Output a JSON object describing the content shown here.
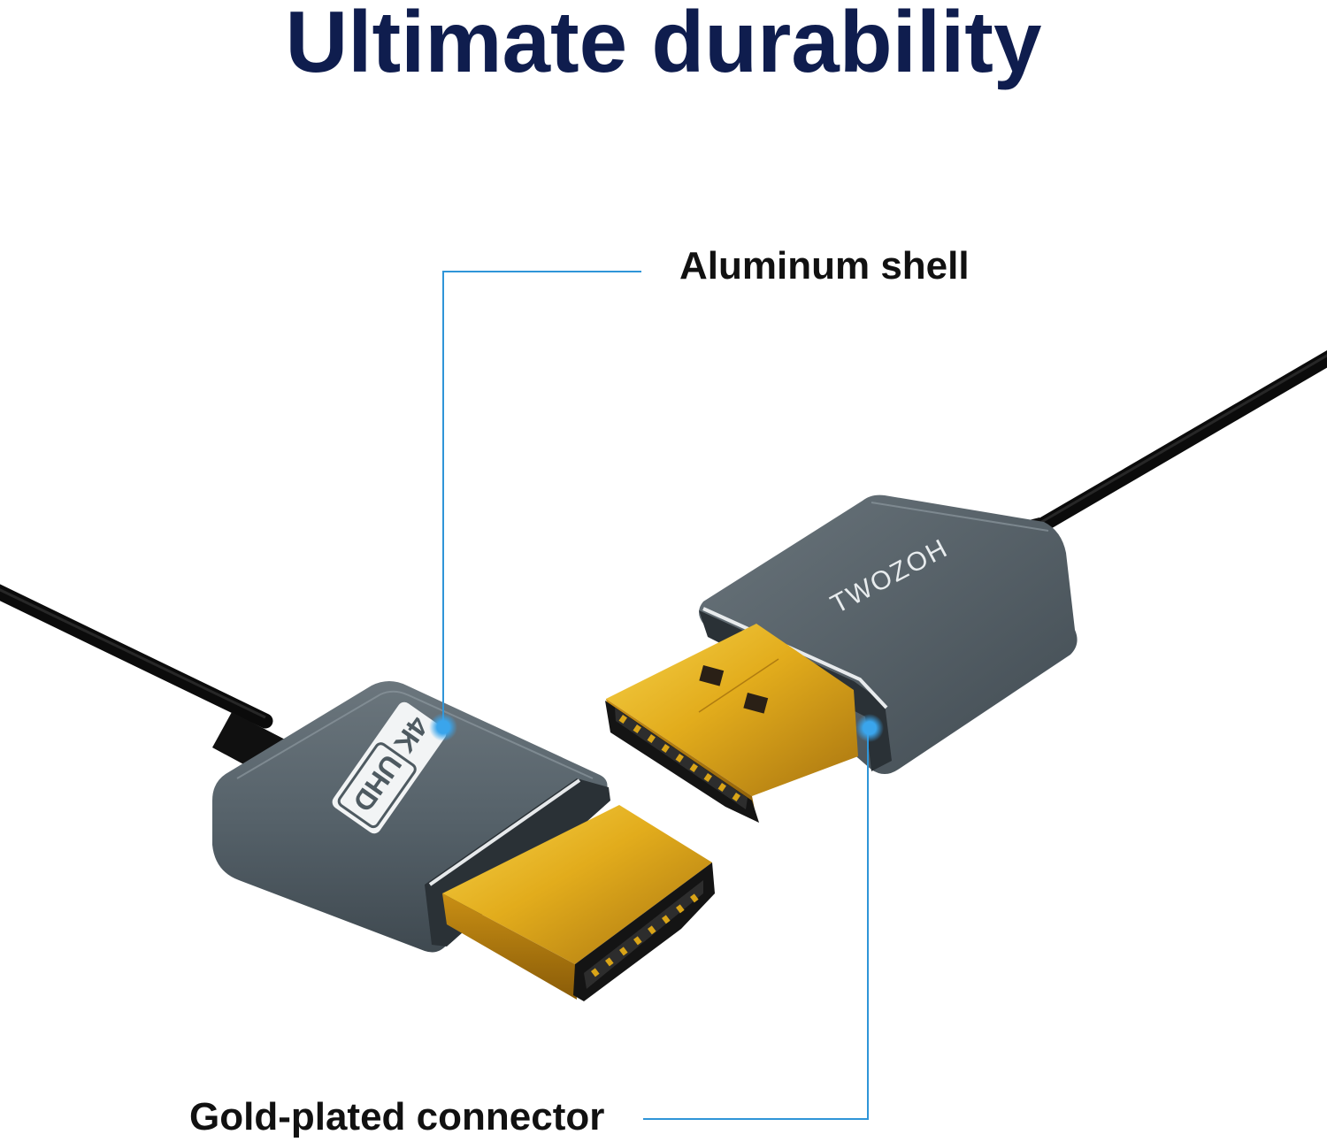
{
  "page": {
    "headline": "Ultimate durability"
  },
  "callouts": [
    {
      "id": "aluminum-shell",
      "label": "Aluminum shell"
    },
    {
      "id": "gold-plated-connector",
      "label": "Gold-plated connector"
    }
  ],
  "product_markings": {
    "logo": "TWOZOH",
    "badge_resolution": "4K",
    "badge_format": "UHD"
  },
  "colors": {
    "headline": "#0f1d4e",
    "label": "#111111",
    "callout_line": "#2f95d8",
    "callout_dot": "#3aa5ec",
    "shell": "#5b666d",
    "gold": "#d9a417",
    "cable": "#0c0c0c"
  }
}
